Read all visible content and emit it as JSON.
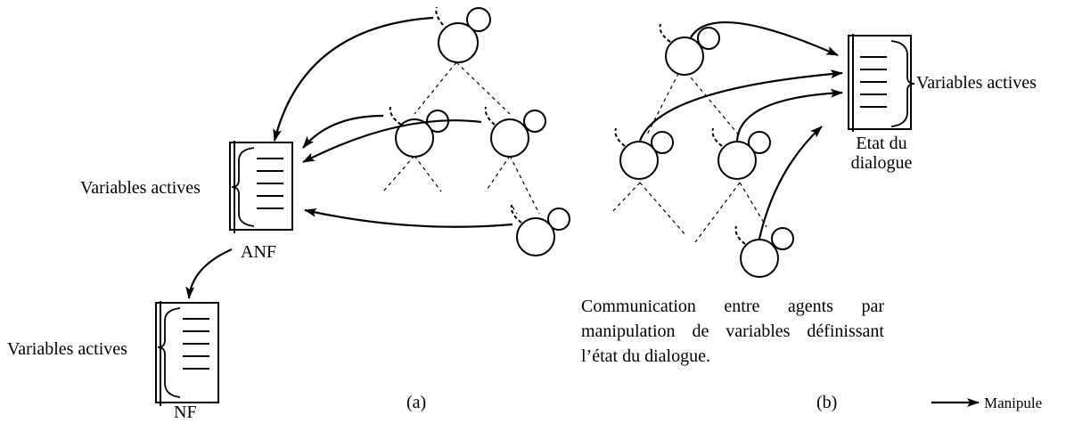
{
  "panel_a": {
    "label": "(a)",
    "anf": {
      "name": "ANF",
      "side_label": "Variables actives"
    },
    "nf": {
      "name": "NF",
      "side_label": "Variables actives"
    }
  },
  "panel_b": {
    "label": "(b)",
    "state": {
      "side_label": "Variables actives",
      "name_line1": "Etat du",
      "name_line2": "dialogue"
    },
    "caption": "Communication entre agents par manipulation de variables définissant l’état du dialogue."
  },
  "legend": {
    "label": "Manipule"
  }
}
